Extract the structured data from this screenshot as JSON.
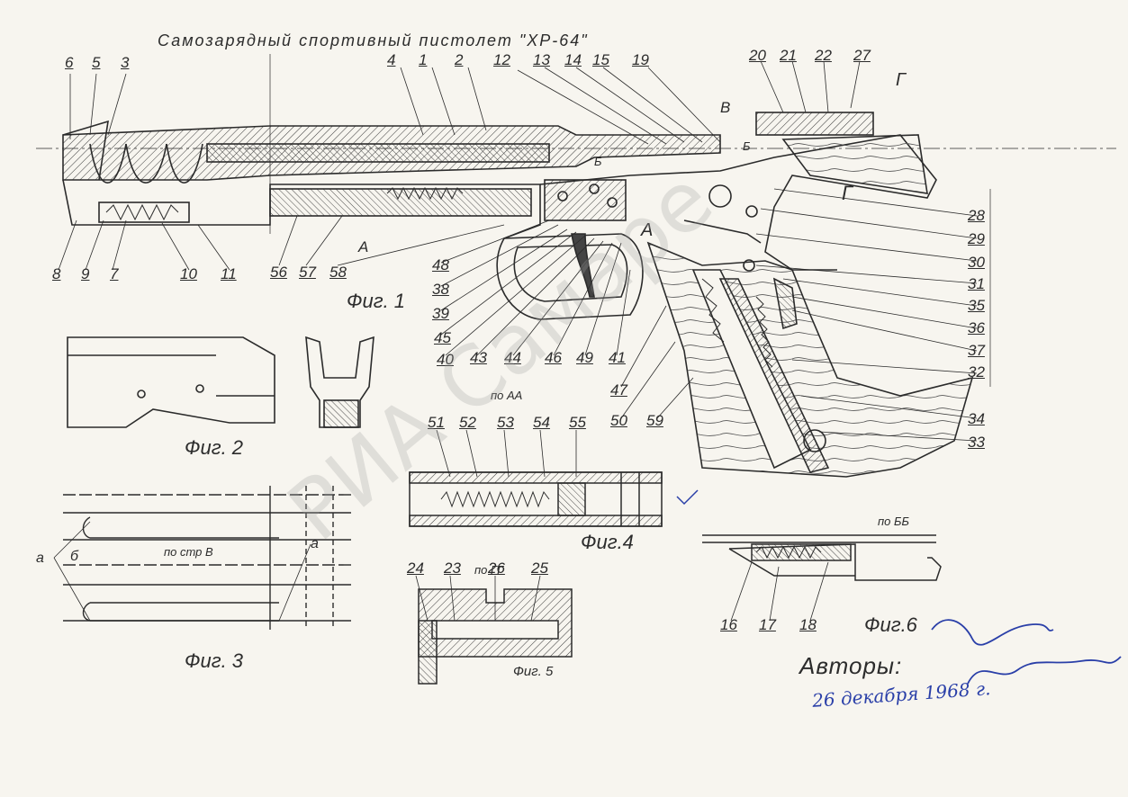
{
  "title": "Самозарядный спортивный пистолет \"ХР-64\"",
  "figures": {
    "fig1": "Фиг. 1",
    "fig2": "Фиг. 2",
    "fig3": "Фиг. 3",
    "fig4": "Фиг.4",
    "fig5": "Фиг. 5",
    "fig6": "Фиг.6"
  },
  "section_labels": {
    "aa": "по АА",
    "gg": "по ГГ",
    "bb": "по ББ",
    "v": "по стр В",
    "cut_a": "А",
    "cut_b": "Б",
    "cut_b2": "Б",
    "cut_v": "В",
    "cut_g": "Г",
    "cut_g2": "Г",
    "cut_a2": "А",
    "letter_a1": "а",
    "letter_a2": "а",
    "letter_b": "б"
  },
  "part_numbers": {
    "n6": "6",
    "n5": "5",
    "n3": "3",
    "n4": "4",
    "n1": "1",
    "n2": "2",
    "n12": "12",
    "n13": "13",
    "n14": "14",
    "n15": "15",
    "n19": "19",
    "n20": "20",
    "n21": "21",
    "n22": "22",
    "n27": "27",
    "n28": "28",
    "n29": "29",
    "n30": "30",
    "n31": "31",
    "n35": "35",
    "n36": "36",
    "n37": "37",
    "n32": "32",
    "n34": "34",
    "n33": "33",
    "n8": "8",
    "n9": "9",
    "n7": "7",
    "n10": "10",
    "n11": "11",
    "n56": "56",
    "n57": "57",
    "n58": "58",
    "n48": "48",
    "n38": "38",
    "n39": "39",
    "n45": "45",
    "n40": "40",
    "n43": "43",
    "n44": "44",
    "n46": "46",
    "n49": "49",
    "n41": "41",
    "n47": "47",
    "n50": "50",
    "n59": "59",
    "n51": "51",
    "n52": "52",
    "n53": "53",
    "n54": "54",
    "n55": "55",
    "n24": "24",
    "n23": "23",
    "n26": "26",
    "n25": "25",
    "n16": "16",
    "n17": "17",
    "n18": "18"
  },
  "authors_label": "Авторы:",
  "handwritten_date": "26 декабря 1968 г.",
  "watermark": "РИА Самаре",
  "colors": {
    "paper": "#f7f5ef",
    "ink": "#2c2c2c",
    "pen": "#2a3fa8",
    "watermark": "#a0a0a0"
  }
}
